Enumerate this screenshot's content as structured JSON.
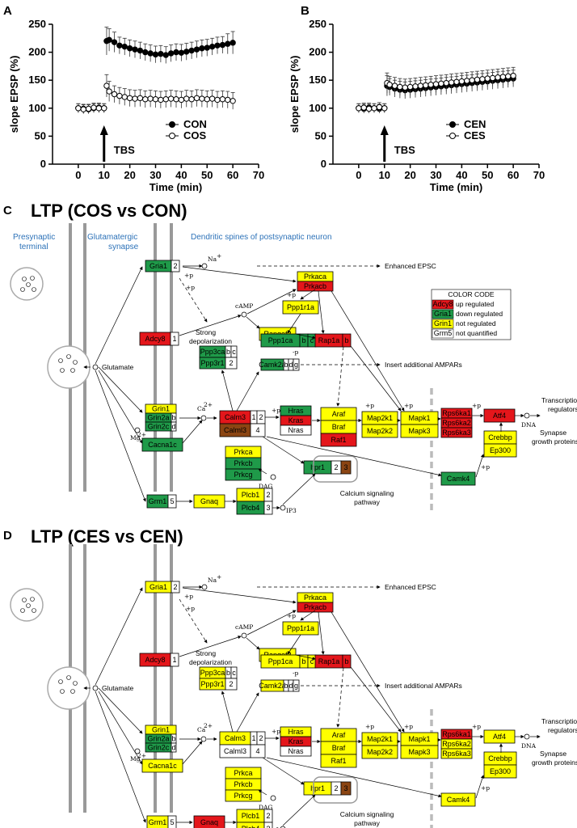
{
  "panels": {
    "A": {
      "label": "A"
    },
    "B": {
      "label": "B"
    },
    "C": {
      "label": "C",
      "title": "LTP (COS vs CON)"
    },
    "D": {
      "label": "D",
      "title": "LTP (CES vs CEN)"
    }
  },
  "chart_data": [
    {
      "type": "scatter",
      "panel": "A",
      "xlabel": "Time (min)",
      "ylabel": "slope EPSP (%)",
      "xlim": [
        -10,
        70
      ],
      "ylim": [
        0,
        250
      ],
      "xticks": [
        0,
        10,
        20,
        30,
        40,
        50,
        60,
        70
      ],
      "yticks": [
        0,
        50,
        100,
        150,
        200,
        250
      ],
      "annotation": "TBS",
      "annotation_x": 10,
      "series": [
        {
          "name": "CON",
          "marker": "filled",
          "x": [
            0,
            2,
            4,
            6,
            8,
            10,
            11,
            12,
            14,
            16,
            18,
            20,
            22,
            24,
            26,
            28,
            30,
            32,
            34,
            36,
            38,
            40,
            42,
            44,
            46,
            48,
            50,
            52,
            54,
            56,
            58,
            60
          ],
          "y": [
            100,
            99,
            98,
            100,
            101,
            100,
            220,
            222,
            218,
            212,
            210,
            207,
            205,
            203,
            200,
            198,
            196,
            197,
            195,
            198,
            200,
            199,
            201,
            203,
            205,
            207,
            208,
            210,
            212,
            213,
            215,
            217
          ],
          "err": [
            8,
            8,
            8,
            8,
            8,
            8,
            25,
            20,
            18,
            15,
            15,
            15,
            15,
            15,
            15,
            15,
            15,
            15,
            15,
            15,
            15,
            15,
            15,
            15,
            15,
            15,
            15,
            15,
            15,
            15,
            18,
            20
          ]
        },
        {
          "name": "COS",
          "marker": "open",
          "x": [
            0,
            2,
            4,
            6,
            8,
            10,
            11,
            12,
            14,
            16,
            18,
            20,
            22,
            24,
            26,
            28,
            30,
            32,
            34,
            36,
            38,
            40,
            42,
            44,
            46,
            48,
            50,
            52,
            54,
            56,
            58,
            60
          ],
          "y": [
            100,
            98,
            99,
            101,
            100,
            100,
            140,
            130,
            125,
            122,
            120,
            118,
            117,
            118,
            116,
            117,
            116,
            115,
            116,
            117,
            116,
            115,
            117,
            116,
            118,
            117,
            116,
            117,
            115,
            116,
            115,
            113
          ],
          "err": [
            8,
            8,
            8,
            8,
            8,
            8,
            20,
            18,
            15,
            15,
            15,
            15,
            15,
            15,
            15,
            15,
            15,
            15,
            15,
            15,
            15,
            15,
            15,
            15,
            15,
            15,
            15,
            15,
            15,
            15,
            15,
            15
          ]
        }
      ]
    },
    {
      "type": "scatter",
      "panel": "B",
      "xlabel": "Time (min)",
      "ylabel": "slope EPSP (%)",
      "xlim": [
        -10,
        70
      ],
      "ylim": [
        0,
        250
      ],
      "xticks": [
        0,
        10,
        20,
        30,
        40,
        50,
        60,
        70
      ],
      "yticks": [
        0,
        50,
        100,
        150,
        200,
        250
      ],
      "annotation": "TBS",
      "annotation_x": 10,
      "series": [
        {
          "name": "CEN",
          "marker": "filled",
          "x": [
            0,
            2,
            4,
            6,
            8,
            10,
            11,
            12,
            14,
            16,
            18,
            20,
            22,
            24,
            26,
            28,
            30,
            32,
            34,
            36,
            38,
            40,
            42,
            44,
            46,
            48,
            50,
            52,
            54,
            56,
            58,
            60
          ],
          "y": [
            100,
            99,
            101,
            100,
            99,
            100,
            140,
            138,
            135,
            133,
            132,
            133,
            134,
            135,
            136,
            137,
            138,
            139,
            140,
            141,
            142,
            143,
            144,
            145,
            146,
            147,
            148,
            149,
            150,
            151,
            152,
            153
          ],
          "err": [
            8,
            8,
            8,
            8,
            8,
            8,
            18,
            15,
            15,
            15,
            15,
            15,
            15,
            15,
            15,
            15,
            15,
            15,
            15,
            15,
            15,
            15,
            15,
            15,
            15,
            15,
            15,
            15,
            15,
            15,
            15,
            15
          ]
        },
        {
          "name": "CES",
          "marker": "open",
          "x": [
            0,
            2,
            4,
            6,
            8,
            10,
            11,
            12,
            14,
            16,
            18,
            20,
            22,
            24,
            26,
            28,
            30,
            32,
            34,
            36,
            38,
            40,
            42,
            44,
            46,
            48,
            50,
            52,
            54,
            56,
            58,
            60
          ],
          "y": [
            100,
            101,
            99,
            100,
            102,
            100,
            145,
            142,
            140,
            138,
            137,
            138,
            139,
            140,
            141,
            142,
            143,
            144,
            145,
            146,
            147,
            148,
            149,
            150,
            151,
            152,
            153,
            154,
            155,
            156,
            157,
            158
          ],
          "err": [
            8,
            8,
            8,
            8,
            8,
            8,
            18,
            15,
            15,
            15,
            15,
            15,
            15,
            15,
            15,
            15,
            15,
            15,
            15,
            15,
            15,
            15,
            15,
            15,
            15,
            15,
            15,
            15,
            15,
            15,
            15,
            15
          ]
        }
      ]
    }
  ],
  "pathway": {
    "region_labels": [
      "Presynaptic",
      "terminal",
      "Glutamatergic",
      "synapse",
      "Dendritic spines of  postsynaptic neuron"
    ],
    "legend": {
      "title": "COLOR CODE",
      "items": [
        {
          "gene": "Adcy8",
          "meaning": "up regulated",
          "color": "#e4161b"
        },
        {
          "gene": "Gria1",
          "meaning": "down regulated",
          "color": "#1f9a49"
        },
        {
          "gene": "Grin1",
          "meaning": "not regulated",
          "color": "#ffff00"
        },
        {
          "gene": "Grm5",
          "meaning": "not quantified",
          "color": "#ffffff"
        }
      ]
    },
    "labels": {
      "enhanced": "Enhanced EPSC",
      "insert": "Insert additional AMPARs",
      "strong": "Strong",
      "depol": "depolarization",
      "glutamate": "Glutamate",
      "transcription": "Transcriptional",
      "regulators": "regulators",
      "synapse": "Synapse",
      "growth": "growth proteins",
      "calcium": "Calcium signaling",
      "pathway": "pathway",
      "dna": "DNA",
      "na": "Na",
      "ca": "Ca",
      "mg": "Mg",
      "camp": "cAMP",
      "dag": "DAG",
      "ip3": "IP3",
      "p": "+p",
      "mp": "-p",
      "plus": "+",
      "two_plus": "2+"
    },
    "colors_C": {
      "Gria1": "#1f9a49",
      "Prkaca": "#ffff00",
      "Prkacb": "#e4161b",
      "Adcy8": "#e4161b",
      "Rapgef3": "#ffff00",
      "Ppp1r1a": "#ffff00",
      "Ppp3ca": "#1f9a49",
      "Ppp3r1": "#1f9a49",
      "Ppp1ca": "#1f9a49",
      "Rap1a": "#e4161b",
      "Camk2a": "#1f9a49",
      "Grin1": "#ffff00",
      "Grin2a": "#1f9a49",
      "Grin2c": "#1f9a49",
      "Calm3": "#e4161b",
      "Calml3": "#8b4513",
      "Hras": "#1f9a49",
      "Kras": "#e4161b",
      "Nras": "#ffffff",
      "Araf": "#ffff00",
      "Braf": "#ffff00",
      "Raf1": "#e4161b",
      "Map2k1": "#ffff00",
      "Map2k2": "#ffff00",
      "Mapk1": "#ffff00",
      "Mapk3": "#ffff00",
      "Rps6ka1": "#e4161b",
      "Rps6ka2": "#e4161b",
      "Rps6ka3": "#e4161b",
      "Atf4": "#e4161b",
      "Crebbp": "#ffff00",
      "Ep300": "#ffff00",
      "Cacna1c": "#1f9a49",
      "Prkca": "#ffff00",
      "Prkcb": "#1f9a49",
      "Prkcg": "#1f9a49",
      "Itpr1": "#1f9a49",
      "Camk4": "#1f9a49",
      "Grm1": "#1f9a49",
      "Gnaq": "#ffff00",
      "Plcb1": "#ffff00",
      "Plcb4": "#1f9a49"
    },
    "colors_D": {
      "Gria1": "#ffff00",
      "Prkaca": "#ffff00",
      "Prkacb": "#e4161b",
      "Adcy8": "#e4161b",
      "Rapgef3": "#ffff00",
      "Ppp1r1a": "#ffff00",
      "Ppp3ca": "#ffff00",
      "Ppp3r1": "#ffff00",
      "Ppp1ca": "#ffff00",
      "Rap1a": "#e4161b",
      "Camk2a": "#ffff00",
      "Grin1": "#ffff00",
      "Grin2a": "#1f9a49",
      "Grin2c": "#1f9a49",
      "Calm3": "#ffff00",
      "Calml3": "#ffffff",
      "Hras": "#ffff00",
      "Kras": "#e4161b",
      "Nras": "#ffffff",
      "Araf": "#ffff00",
      "Braf": "#ffff00",
      "Raf1": "#ffff00",
      "Map2k1": "#ffff00",
      "Map2k2": "#ffff00",
      "Mapk1": "#ffff00",
      "Mapk3": "#ffff00",
      "Rps6ka1": "#e4161b",
      "Rps6ka2": "#ffff00",
      "Rps6ka3": "#ffff00",
      "Atf4": "#ffff00",
      "Crebbp": "#ffff00",
      "Ep300": "#ffff00",
      "Cacna1c": "#ffff00",
      "Prkca": "#ffff00",
      "Prkcb": "#ffff00",
      "Prkcg": "#ffff00",
      "Itpr1": "#ffff00",
      "Camk4": "#ffff00",
      "Grm1": "#ffff00",
      "Gnaq": "#e4161b",
      "Plcb1": "#ffff00",
      "Plcb4": "#ffff00"
    }
  }
}
